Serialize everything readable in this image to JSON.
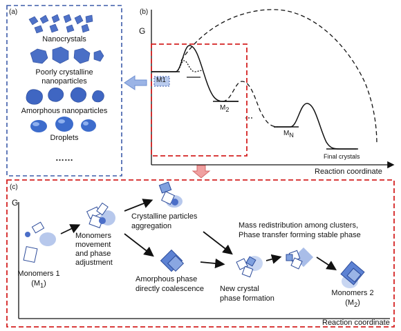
{
  "panel_a": {
    "label": "(a)",
    "items": [
      "Nanocrystals",
      "Poorly crystalline",
      "nanoparticles",
      "Amorphous nanoparticles",
      "Droplets"
    ],
    "ellipsis": "……"
  },
  "panel_b": {
    "label": "(b)",
    "y_axis": "G",
    "x_axis": "Reaction coordinate",
    "m1": "M1",
    "m2": "M",
    "m2_sub": "2",
    "mn": "M",
    "mn_sub": "N",
    "final": "Final crystals"
  },
  "panel_c": {
    "label": "(c)",
    "y_axis": "G",
    "x_axis": "Reaction coordinate",
    "monomers1_line1": "Monomers 1",
    "monomers1_line2_pre": "(M",
    "monomers1_line2_sub": "1",
    "monomers1_line2_post": ")",
    "movement": [
      "Monomers",
      "movement",
      "and phase",
      "adjustment"
    ],
    "crystalline": [
      "Crystalline particles",
      "aggregation"
    ],
    "amorphous": [
      "Amorphous phase",
      "directly coalescence"
    ],
    "new_crystal": [
      "New crystal",
      "phase formation"
    ],
    "mass": [
      "Mass redistribution among clusters,",
      "Phase transfer forming stable phase"
    ],
    "monomers2_line1": "Monomers 2",
    "monomers2_line2_pre": "(M",
    "monomers2_line2_sub": "2",
    "monomers2_line2_post": ")"
  },
  "colors": {
    "blue_box": "#3b5aa8",
    "red_box": "#d42020",
    "shape_blue": "#5a7fcf",
    "shape_light": "#a9bde8",
    "arrow_blue": "#9bb4e6",
    "arrow_red": "#f0a0a0"
  }
}
